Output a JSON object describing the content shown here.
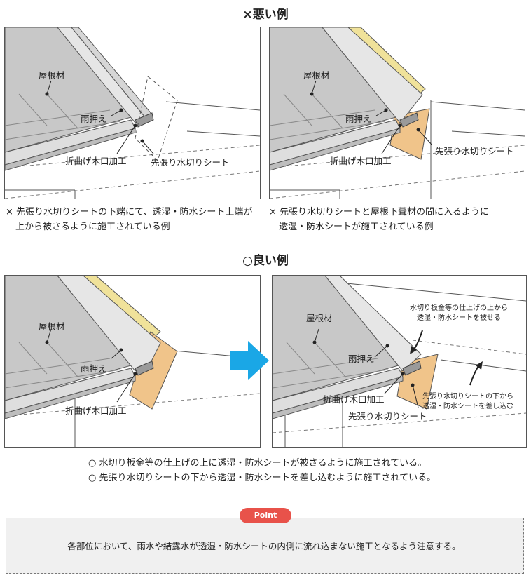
{
  "bad_section": {
    "title": "×悪い例",
    "panel1": {
      "labels": {
        "roof_material": "屋根材",
        "ame_osae": "雨押え",
        "bent_end": "折曲げ木口加工",
        "sheet": "先張り水切りシート"
      },
      "caption": [
        "× 先張り水切りシートの下端にて、透湿・防水シート上端が",
        "上から被さるように施工されている例"
      ]
    },
    "panel2": {
      "labels": {
        "roof_material": "屋根材",
        "ame_osae": "雨押え",
        "bent_end": "折曲げ木口加工",
        "sheet": "先張り水切りシート"
      },
      "caption": [
        "× 先張り水切りシートと屋根下葺材の間に入るように",
        "透湿・防水シートが施工されている例"
      ]
    }
  },
  "good_section": {
    "title": "○良い例",
    "panel3": {
      "labels": {
        "roof_material": "屋根材",
        "ame_osae": "雨押え",
        "bent_end": "折曲げ木口加工"
      }
    },
    "panel4": {
      "labels": {
        "roof_material": "屋根材",
        "ame_osae": "雨押え",
        "bent_end": "折曲げ木口加工",
        "sheet": "先張り水切りシート",
        "note_top": [
          "水切り板金等の仕上げの上から",
          "透湿・防水シートを被せる"
        ],
        "note_right": [
          "先張り水切りシートの下から",
          "透湿・防水シートを差し込む"
        ]
      }
    },
    "captions": [
      "○ 水切り板金等の仕上げの上に透湿・防水シートが被さるように施工されている。",
      "○ 先張り水切りシートの下から透湿・防水シートを差し込むように施工されている。"
    ]
  },
  "point": {
    "badge": "Point",
    "text": "各部位において、雨水や結露水が透湿・防水シートの内側に流れ込まない施工となるよう注意する。"
  },
  "colors": {
    "roof": "#c8c8c8",
    "flashing": "#e6e6e6",
    "sheet_orange": "#f0c48a",
    "sheet_yellow": "#f0e29a",
    "arrow_blue": "#1aa7e6",
    "point_red": "#e8524a"
  }
}
